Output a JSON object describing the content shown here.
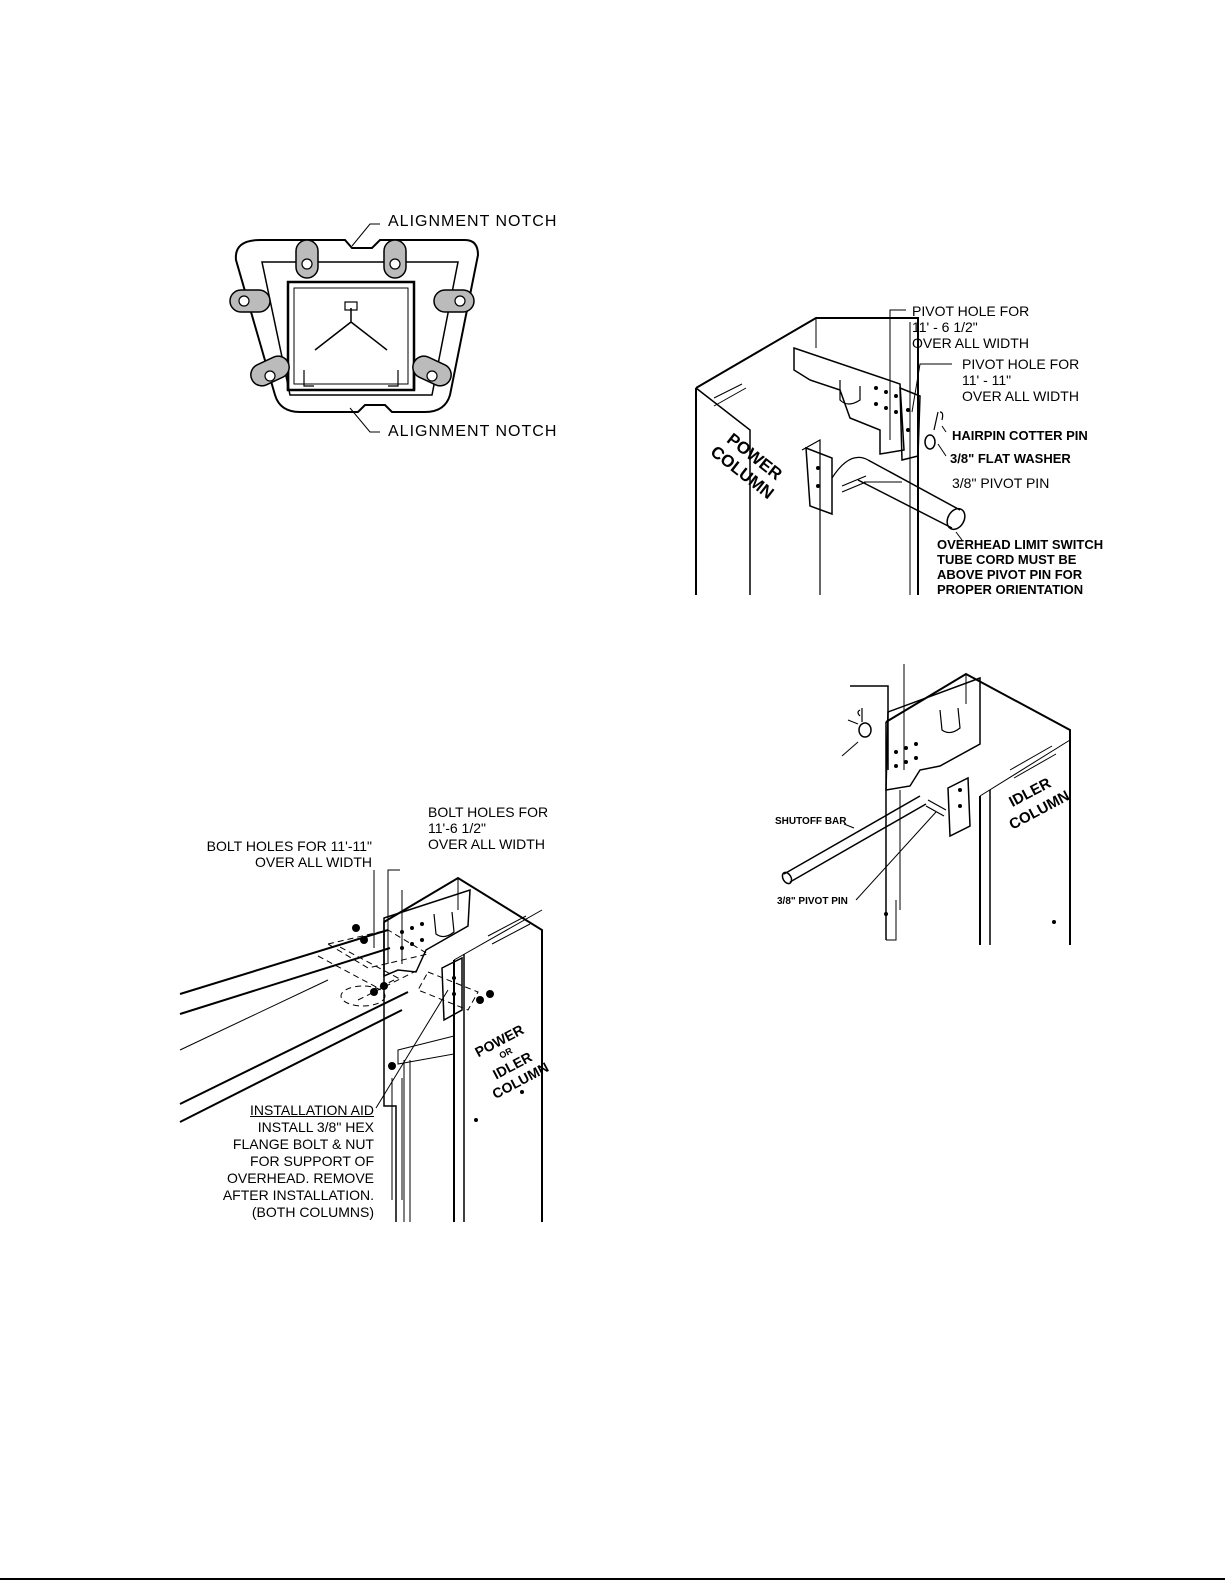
{
  "figure1": {
    "top_label": "ALIGNMENT  NOTCH",
    "bottom_label": "ALIGNMENT  NOTCH"
  },
  "figure2": {
    "column_text": [
      "POWER",
      "COLUMN"
    ],
    "labels": {
      "pivot_hole_a": [
        "PIVOT HOLE FOR",
        "11' - 6 1/2\"",
        "OVER ALL WIDTH"
      ],
      "pivot_hole_b": [
        "PIVOT HOLE FOR",
        "11' - 11\"",
        "OVER ALL WIDTH"
      ],
      "hairpin": "HAIRPIN COTTER PIN",
      "washer": "3/8\" FLAT WASHER",
      "pivot_pin": "3/8\" PIVOT PIN",
      "overhead_note": [
        "OVERHEAD LIMIT SWITCH",
        "TUBE CORD MUST BE",
        "ABOVE PIVOT PIN FOR",
        "PROPER ORIENTATION"
      ]
    }
  },
  "figure3": {
    "column_text": [
      "IDLER",
      "COLUMN"
    ],
    "labels": {
      "shutoff_bar": "SHUTOFF BAR",
      "pivot_pin": "3/8\" PIVOT PIN"
    }
  },
  "figure4": {
    "column_text": [
      "POWER",
      "OR",
      "IDLER",
      "COLUMN"
    ],
    "labels": {
      "bolt_holes_a": [
        "BOLT HOLES FOR 11'-11\"",
        "OVER ALL WIDTH"
      ],
      "bolt_holes_b": [
        "BOLT HOLES FOR",
        "11'-6 1/2\"",
        "OVER ALL WIDTH"
      ],
      "install_aid_title": "INSTALLATION AID",
      "install_aid_body": [
        "INSTALL 3/8\" HEX",
        "FLANGE BOLT & NUT",
        "FOR SUPPORT OF",
        "OVERHEAD. REMOVE",
        "AFTER INSTALLATION.",
        "(BOTH COLUMNS)"
      ]
    }
  }
}
